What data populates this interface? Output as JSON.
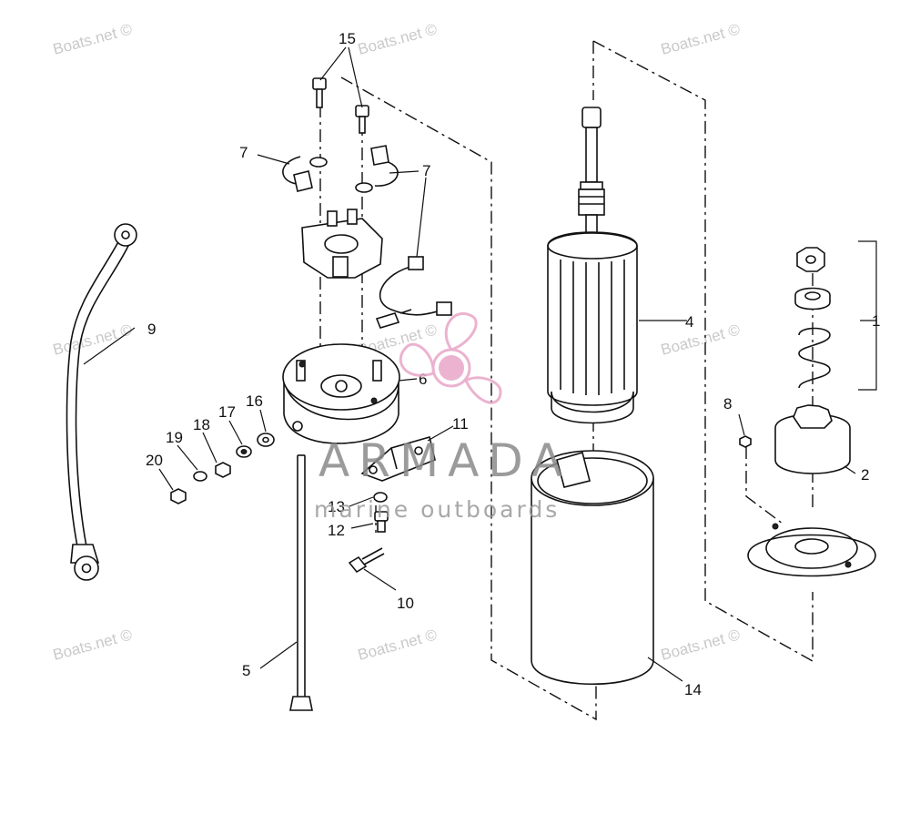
{
  "watermark": {
    "text": "Boats.net ©",
    "color": "#c9c9c9"
  },
  "brand": {
    "name": "ARMADA",
    "tagline": "marine outboards",
    "logo_color": "#e8a6c8"
  },
  "callouts": [
    {
      "id": "1",
      "label": "1"
    },
    {
      "id": "2",
      "label": "2"
    },
    {
      "id": "4",
      "label": "4"
    },
    {
      "id": "5",
      "label": "5"
    },
    {
      "id": "6",
      "label": "6"
    },
    {
      "id": "7a",
      "label": "7"
    },
    {
      "id": "7b",
      "label": "7"
    },
    {
      "id": "8",
      "label": "8"
    },
    {
      "id": "9",
      "label": "9"
    },
    {
      "id": "10",
      "label": "10"
    },
    {
      "id": "11",
      "label": "11"
    },
    {
      "id": "12",
      "label": "12"
    },
    {
      "id": "13",
      "label": "13"
    },
    {
      "id": "14",
      "label": "14"
    },
    {
      "id": "15",
      "label": "15"
    },
    {
      "id": "16",
      "label": "16"
    },
    {
      "id": "17",
      "label": "17"
    },
    {
      "id": "18",
      "label": "18"
    },
    {
      "id": "19",
      "label": "19"
    },
    {
      "id": "20",
      "label": "20"
    }
  ]
}
